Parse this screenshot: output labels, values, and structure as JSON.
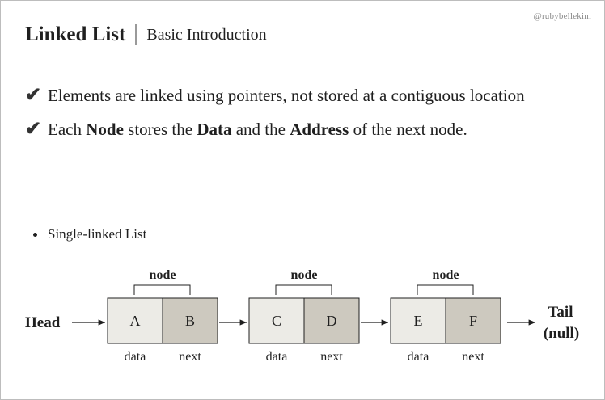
{
  "watermark": "@rubybellekim",
  "title": {
    "main": "Linked List",
    "sub": "Basic Introduction"
  },
  "bullets": [
    {
      "check_icon": "check-icon",
      "parts": [
        {
          "text": "Elements are linked using pointers, not stored at a contiguous location",
          "bold": false
        }
      ]
    },
    {
      "check_icon": "check-icon",
      "parts": [
        {
          "text": "Each ",
          "bold": false
        },
        {
          "text": "Node",
          "bold": true
        },
        {
          "text": " stores the ",
          "bold": false
        },
        {
          "text": "Data",
          "bold": true
        },
        {
          "text": " and the ",
          "bold": false
        },
        {
          "text": "Address",
          "bold": true
        },
        {
          "text": " of the next node.",
          "bold": false
        }
      ]
    }
  ],
  "sub_bullet": "Single-linked List",
  "diagram": {
    "head_label": "Head",
    "tail_label_line1": "Tail",
    "tail_label_line2": "(null)",
    "node_caption": "node",
    "data_caption": "data",
    "next_caption": "next",
    "nodes": [
      {
        "data": "A",
        "next": "B"
      },
      {
        "data": "C",
        "next": "D"
      },
      {
        "data": "E",
        "next": "F"
      }
    ],
    "colors": {
      "data_cell": "#ecebe6",
      "next_cell": "#cdc9bf",
      "stroke": "#1f1f1f"
    }
  }
}
